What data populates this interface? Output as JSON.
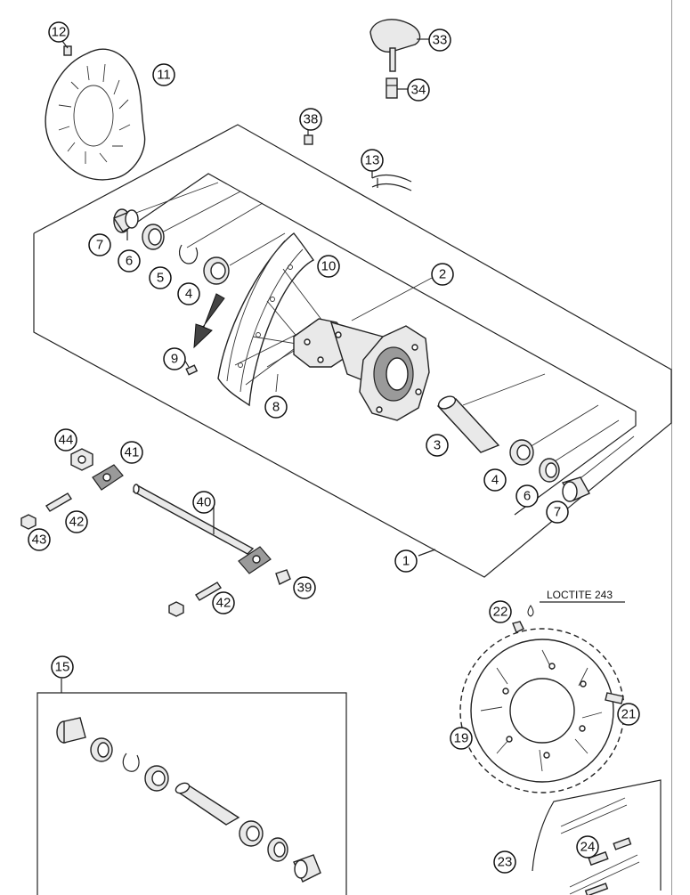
{
  "diagram": {
    "callouts": [
      {
        "label": "12"
      },
      {
        "label": "11"
      },
      {
        "label": "33"
      },
      {
        "label": "34"
      },
      {
        "label": "38"
      },
      {
        "label": "13"
      },
      {
        "label": "7"
      },
      {
        "label": "6"
      },
      {
        "label": "5"
      },
      {
        "label": "4"
      },
      {
        "label": "10"
      },
      {
        "label": "2"
      },
      {
        "label": "9"
      },
      {
        "label": "8"
      },
      {
        "label": "3"
      },
      {
        "label": "4"
      },
      {
        "label": "6"
      },
      {
        "label": "7"
      },
      {
        "label": "1"
      },
      {
        "label": "44"
      },
      {
        "label": "41"
      },
      {
        "label": "40"
      },
      {
        "label": "42"
      },
      {
        "label": "43"
      },
      {
        "label": "39"
      },
      {
        "label": "42"
      },
      {
        "label": "22"
      },
      {
        "label": "21"
      },
      {
        "label": "19"
      },
      {
        "label": "15"
      },
      {
        "label": "23"
      },
      {
        "label": "24"
      }
    ],
    "note": "LOCTITE 243"
  }
}
